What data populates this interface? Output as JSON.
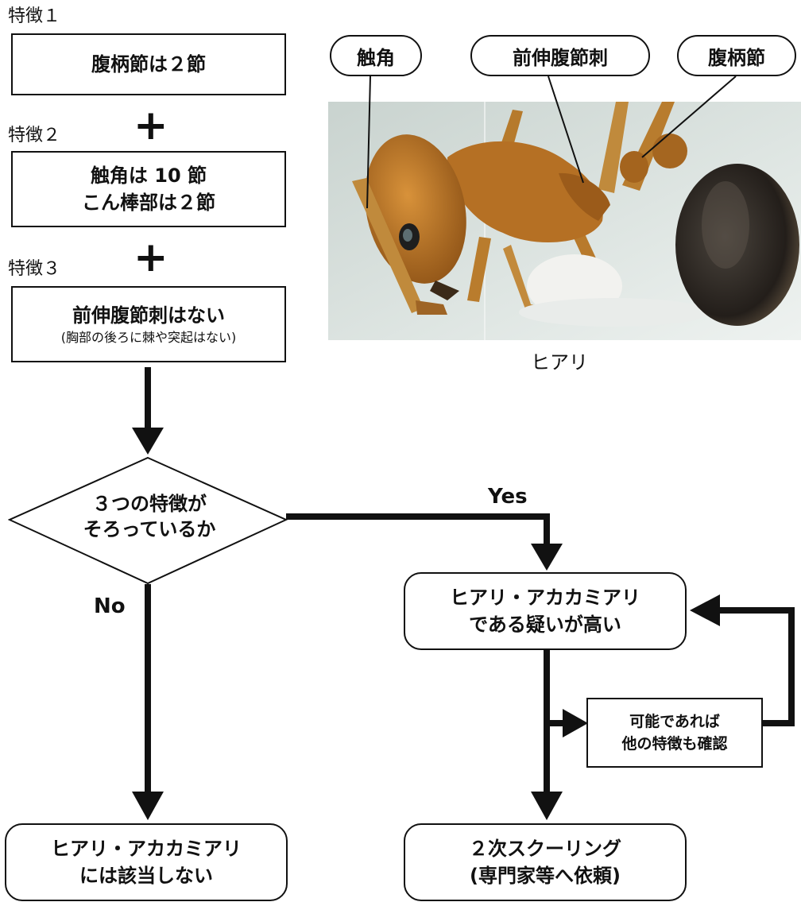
{
  "features": [
    {
      "label": "特徴１",
      "lines": [
        "腹柄節は２節"
      ]
    },
    {
      "label": "特徴２",
      "lines": [
        "触角は 10 節",
        "こん棒部は２節"
      ]
    },
    {
      "label": "特徴３",
      "lines": [
        "前伸腹節刺はない"
      ],
      "sub": "(胸部の後ろに棘や突起はない)"
    }
  ],
  "plus_symbol": "+",
  "photo": {
    "callouts": [
      "触角",
      "前伸腹節刺",
      "腹柄節"
    ],
    "caption": "ヒアリ"
  },
  "decision": {
    "lines": [
      "３つの特徴が",
      "そろっているか"
    ]
  },
  "branches": {
    "yes": "Yes",
    "no": "No"
  },
  "results": {
    "suspect": [
      "ヒアリ・アカカミアリ",
      "である疑いが高い"
    ],
    "not_applicable": [
      "ヒアリ・アカカミアリ",
      "には該当しない"
    ],
    "secondary": [
      "２次スクーリング",
      "(専門家等へ依頼)"
    ]
  },
  "check_note": [
    "可能であれば",
    "他の特徴も確認"
  ],
  "colors": {
    "stroke": "#111111",
    "ant_body": "#b8741f",
    "ant_gaster": "#2a241f",
    "photo_bg": "#cfd8d6"
  }
}
